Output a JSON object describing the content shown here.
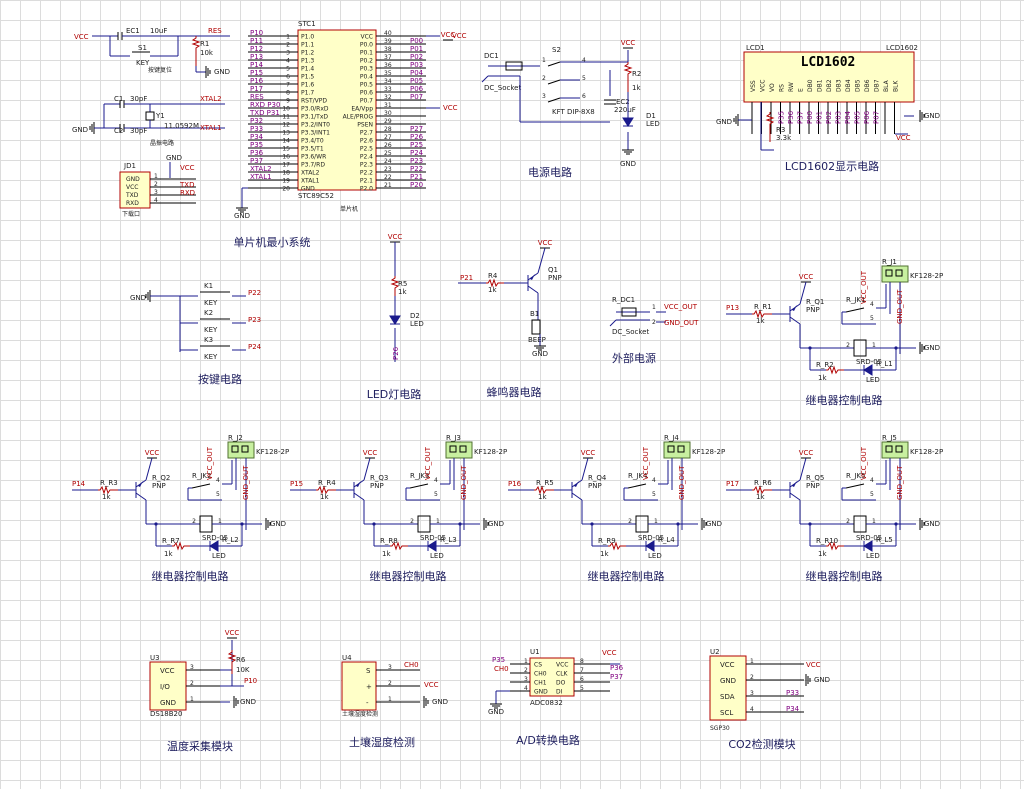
{
  "net": {
    "vcc": "VCC",
    "gnd": "GND",
    "gnd_arrow": "GND"
  },
  "titles": {
    "mcu": "单片机最小系统",
    "power": "电源电路",
    "lcd": "LCD1602显示电路",
    "keys": "按键电路",
    "led": "LED灯电路",
    "buzzer": "蜂鸣器电路",
    "ext_power": "外部电源",
    "relay": "继电器控制电路",
    "temp": "温度采集模块",
    "soil": "土壤湿度检测",
    "adc": "A/D转换电路",
    "co2": "CO2检测模块"
  },
  "reset": {
    "cap": "EC1",
    "cap_val": "10uF",
    "res": "R1",
    "res_val": "10k",
    "sw": "S1",
    "sw_val": "KEY",
    "note": "按键复位",
    "net": "RES"
  },
  "crystal": {
    "c1": "C1",
    "c1v": "30pF",
    "c2": "C2",
    "c2v": "30pF",
    "y": "Y1",
    "yv": "11.0592M",
    "x1": "XTAL1",
    "x2": "XTAL2",
    "note": "晶振电路"
  },
  "download": {
    "ref": "JD1",
    "pins": [
      "GND",
      "VCC",
      "TXD",
      "RXD"
    ],
    "nets": [
      "GND",
      "VCC",
      "TXD",
      "RXD"
    ],
    "note": "下载口"
  },
  "mcu": {
    "ref": "STC1",
    "part": "STC89C52",
    "note": "单片机",
    "left_pins": [
      "P1.0",
      "P1.1",
      "P1.2",
      "P1.3",
      "P1.4",
      "P1.5",
      "P1.6",
      "P1.7",
      "RST/VPD",
      "P3.0/RxD",
      "P3.1/TxD",
      "P3.2/INT0",
      "P3.3/INT1",
      "P3.4/T0",
      "P3.5/T1",
      "P3.6/WR",
      "P3.7/RD",
      "XTAL2",
      "XTAL1",
      "GND"
    ],
    "left_nums": [
      "1",
      "2",
      "3",
      "4",
      "5",
      "6",
      "7",
      "8",
      "9",
      "10",
      "11",
      "12",
      "13",
      "14",
      "15",
      "16",
      "17",
      "18",
      "19",
      "20"
    ],
    "left_nets": [
      "P10",
      "P11",
      "P12",
      "P13",
      "P14",
      "P15",
      "P16",
      "P17",
      "RES",
      "RXD P30",
      "TXD P31",
      "P32",
      "P33",
      "P34",
      "P35",
      "P36",
      "P37",
      "XTAL2",
      "XTAL1",
      ""
    ],
    "right_pins": [
      "VCC",
      "P0.0",
      "P0.1",
      "P0.2",
      "P0.3",
      "P0.4",
      "P0.5",
      "P0.6",
      "P0.7",
      "EA/Vpp",
      "ALE/PROG",
      "PSEN",
      "P2.7",
      "P2.6",
      "P2.5",
      "P2.4",
      "P2.3",
      "P2.2",
      "P2.1",
      "P2.0"
    ],
    "right_nums": [
      "40",
      "39",
      "38",
      "37",
      "36",
      "35",
      "34",
      "33",
      "32",
      "31",
      "30",
      "29",
      "28",
      "27",
      "26",
      "25",
      "24",
      "23",
      "22",
      "21"
    ],
    "right_nets": [
      "",
      "P00",
      "P01",
      "P02",
      "P03",
      "P04",
      "P05",
      "P06",
      "P07",
      "",
      "",
      "",
      "P27",
      "P26",
      "P25",
      "P24",
      "P23",
      "P22",
      "P21",
      "P20"
    ]
  },
  "power": {
    "dc": "DC1",
    "dc_val": "DC_Socket",
    "sw": "S2",
    "sw_val": "KFT DIP-8X8",
    "r": "R2",
    "rv": "1k",
    "ec": "EC2",
    "ecv": "220uF",
    "d": "D1",
    "dv": "LED",
    "pins": [
      "1",
      "2",
      "3",
      "4",
      "5",
      "6"
    ]
  },
  "lcd": {
    "ref": "LCD1602",
    "ref2": "LCD1",
    "ref3": "LCD1602",
    "pins": [
      "VSS",
      "VCC",
      "VO",
      "RS",
      "RW",
      "E",
      "DB0",
      "DB1",
      "DB2",
      "DB3",
      "DB4",
      "DB5",
      "DB6",
      "DB7",
      "BLA",
      "BLK"
    ],
    "nets": [
      "",
      "",
      "",
      "P35",
      "P36",
      "P37",
      "P00",
      "P01",
      "P02",
      "P03",
      "P04",
      "P05",
      "P06",
      "P07",
      "",
      ""
    ],
    "r": "R3",
    "rv": "3.3k"
  },
  "keys": {
    "items": [
      {
        "ref": "K1",
        "val": "KEY",
        "net": "P22"
      },
      {
        "ref": "K2",
        "val": "KEY",
        "net": "P23"
      },
      {
        "ref": "K3",
        "val": "KEY",
        "net": "P24"
      }
    ]
  },
  "led": {
    "r": "R5",
    "rv": "1k",
    "d": "D2",
    "dv": "LED",
    "net": "P26"
  },
  "buzzer": {
    "net": "P21",
    "r": "R4",
    "rv": "1k",
    "q": "Q1",
    "qv": "PNP",
    "b": "B1",
    "bv": "BEEP"
  },
  "ext": {
    "ref": "R_DC1",
    "val": "DC_Socket",
    "out1": "VCC_OUT",
    "out2": "GND_OUT",
    "p1": "1",
    "p2": "2"
  },
  "relays": [
    {
      "net": "P13",
      "r": "R_R1",
      "rv": "1k",
      "q": "R_Q1",
      "jk": "R_JK1",
      "j": "R_J1",
      "rl": "R_R2",
      "led": "R_L1"
    },
    {
      "net": "P14",
      "r": "R_R3",
      "rv": "1k",
      "q": "R_Q2",
      "jk": "R_JK2",
      "j": "R_J2",
      "rl": "R_R7",
      "led": "R_L2"
    },
    {
      "net": "P15",
      "r": "R_R4",
      "rv": "1k",
      "q": "R_Q3",
      "jk": "R_JK3",
      "j": "R_J3",
      "rl": "R_R8",
      "led": "R_L3"
    },
    {
      "net": "P16",
      "r": "R_R5",
      "rv": "1k",
      "q": "R_Q4",
      "jk": "R_JK4",
      "j": "R_J4",
      "rl": "R_R9",
      "led": "R_L4"
    },
    {
      "net": "P17",
      "r": "R_R6",
      "rv": "1k",
      "q": "R_Q5",
      "jk": "R_JK5",
      "j": "R_J5",
      "rl": "R_R10",
      "led": "R_L5"
    }
  ],
  "relay_common": {
    "pnp": "PNP",
    "coil": "SRD-05",
    "term": "KF128-2P",
    "led": "LED",
    "vcc_out": "VCC_OUT",
    "gnd_out": "GND_OUT",
    "rv": "1k"
  },
  "temp": {
    "ref": "U3",
    "part": "DS18B20",
    "pins": [
      "VCC",
      "I/O",
      "GND"
    ],
    "nums": [
      "3",
      "2",
      "1"
    ],
    "r": "R6",
    "rv": "10K",
    "net": "P10"
  },
  "soil": {
    "ref": "U4",
    "part": "土壤湿度检测",
    "pins": [
      "S",
      "+",
      "-"
    ],
    "nums": [
      "3",
      "2",
      "1"
    ],
    "net": "CH0"
  },
  "adc": {
    "ref": "U1",
    "part": "ADC0832",
    "left": [
      "CS",
      "CH0",
      "CH1",
      "GND"
    ],
    "right": [
      "VCC",
      "CLK",
      "DO",
      "DI"
    ],
    "lnums": [
      "1",
      "2",
      "3",
      "4"
    ],
    "rnums": [
      "8",
      "7",
      "6",
      "5"
    ],
    "nets": [
      "P35",
      "CH0",
      "P36",
      "P37"
    ]
  },
  "co2": {
    "ref": "U2",
    "part": "SGP30",
    "pins": [
      "VCC",
      "GND",
      "SDA",
      "SCL"
    ],
    "nums": [
      "1",
      "2",
      "3",
      "4"
    ],
    "nets": [
      "VCC",
      "GND",
      "P33",
      "P34"
    ]
  }
}
